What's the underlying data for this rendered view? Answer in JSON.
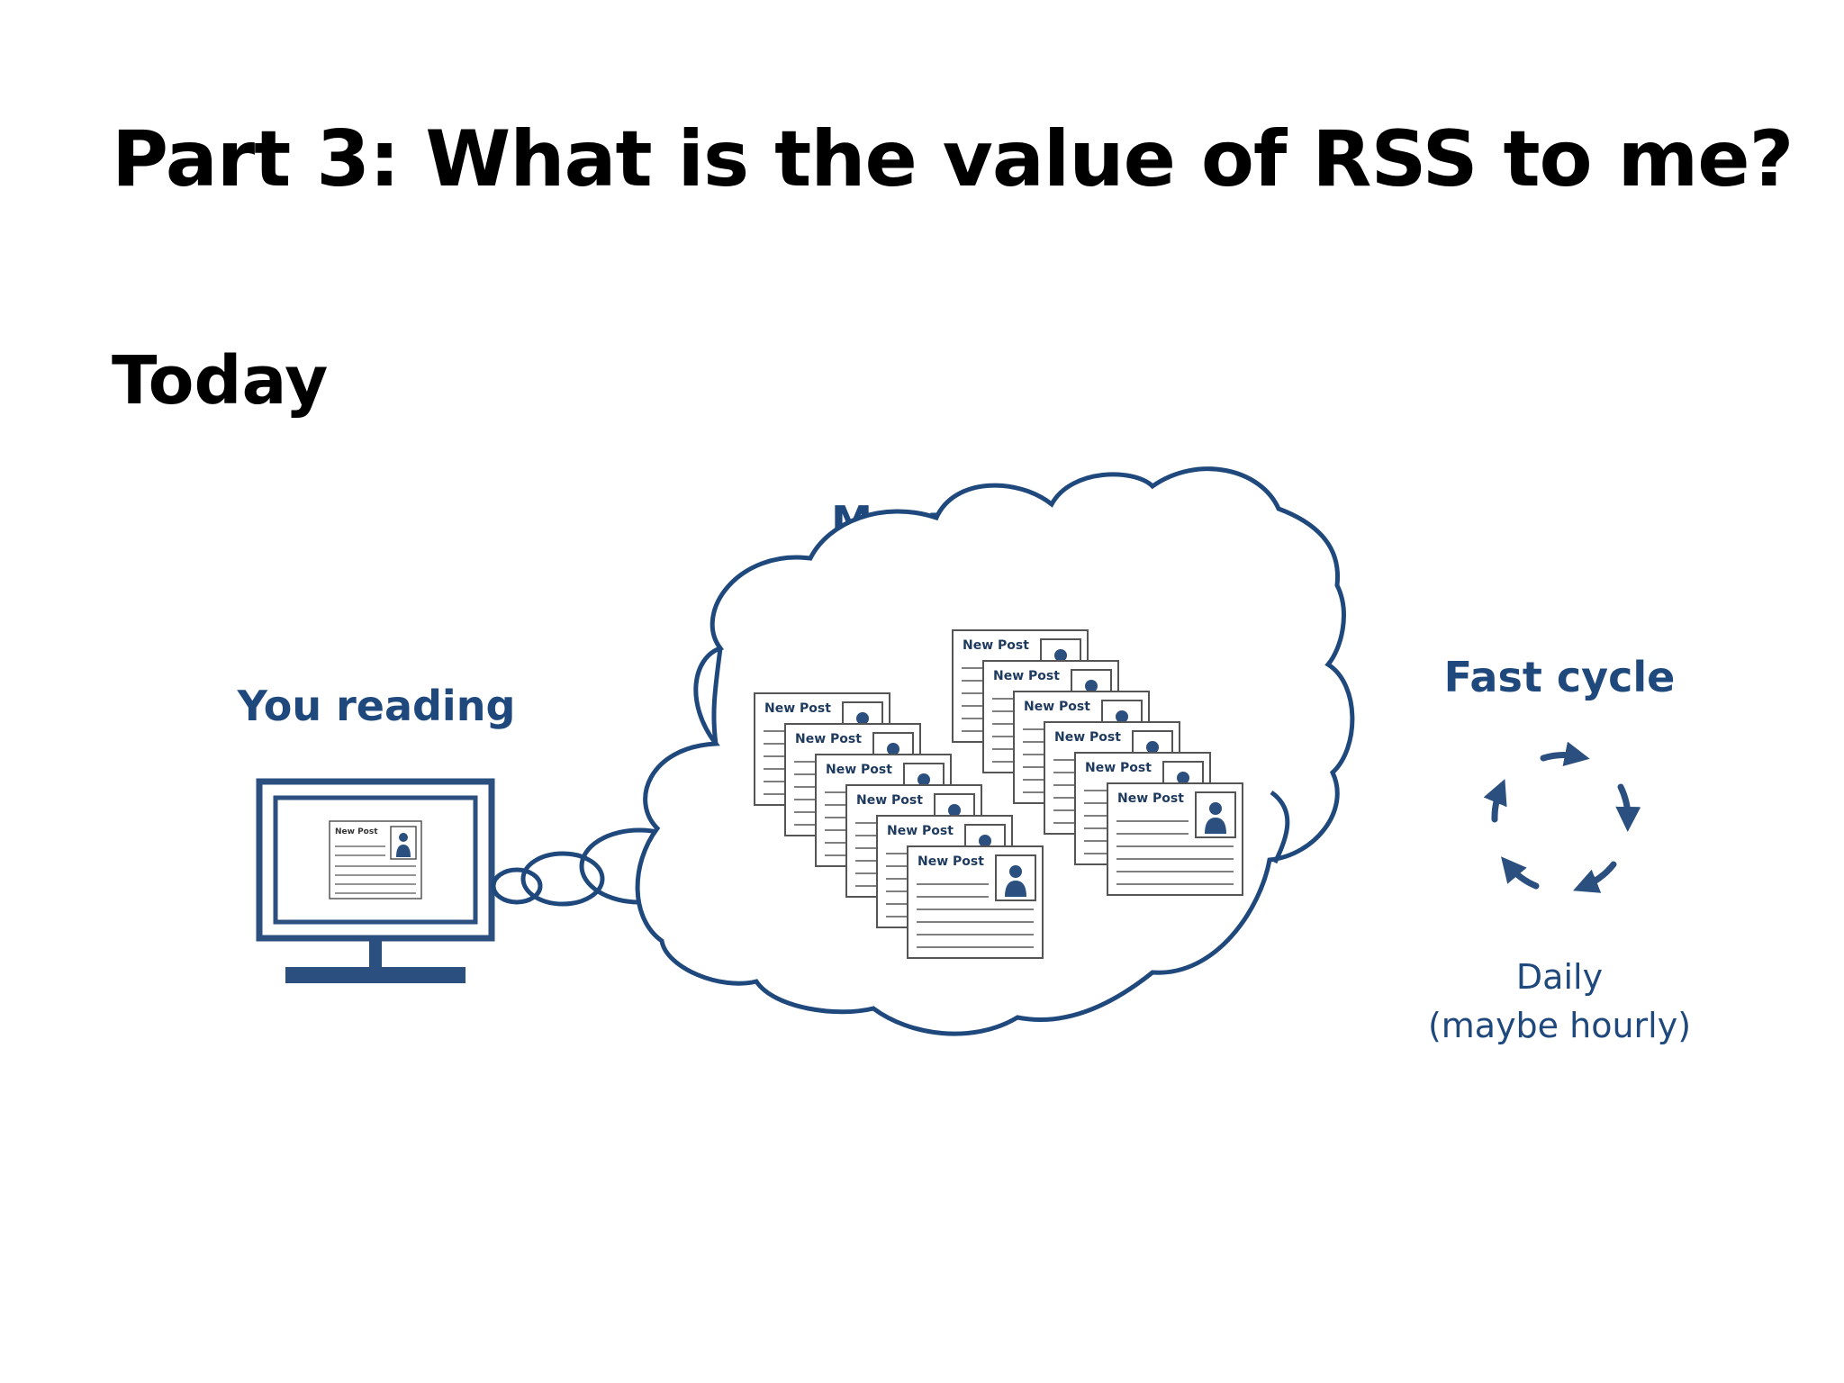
{
  "slide": {
    "title": "Part 3:  What is the value of RSS to me?",
    "subtitle": "Today"
  },
  "diagram": {
    "reader_label": "You reading",
    "sources_label": "Many sources",
    "cycle_label": "Fast cycle",
    "cycle_detail_line1": "Daily",
    "cycle_detail_line2": "(maybe hourly)",
    "post_label": "New Post"
  },
  "colors": {
    "accent": "#1f497d",
    "card_border": "#555555",
    "icon_blue": "#2b4f7e",
    "text": "#000000"
  },
  "icons": [
    "computer-monitor-icon",
    "thought-cloud-icon",
    "cycle-arrows-icon",
    "person-icon"
  ]
}
